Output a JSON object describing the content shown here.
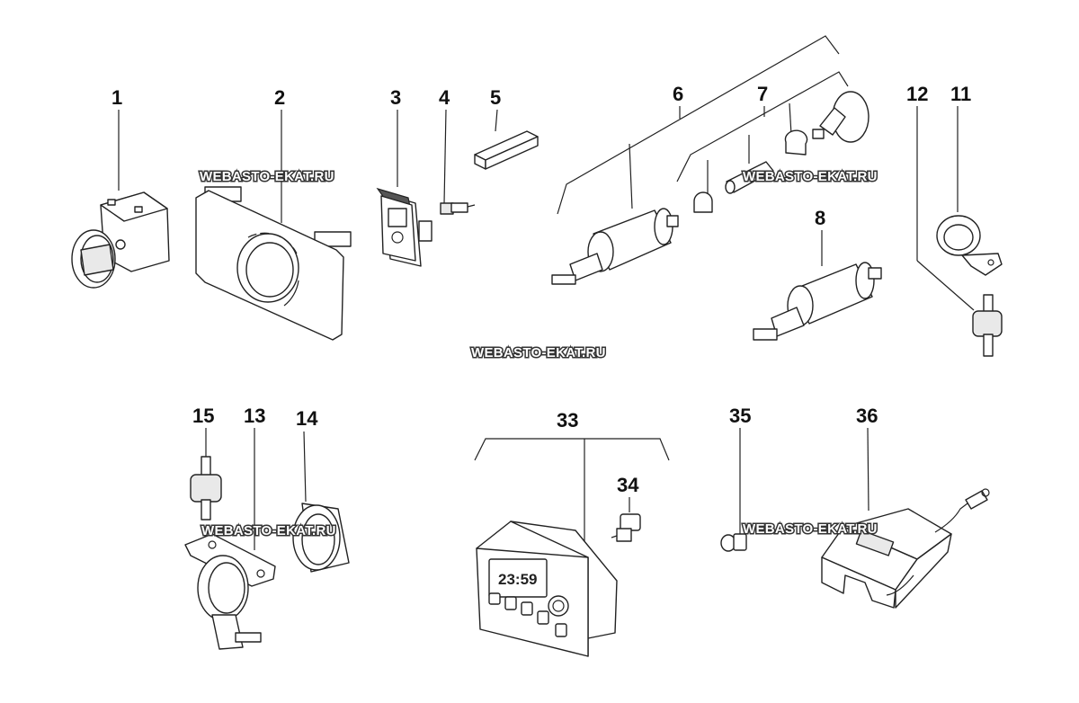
{
  "watermark": "WEBASTO-EKAT.RU",
  "clock_display": "23:59",
  "parts": [
    {
      "id": "p1",
      "label": "1"
    },
    {
      "id": "p2",
      "label": "2"
    },
    {
      "id": "p3",
      "label": "3"
    },
    {
      "id": "p4",
      "label": "4"
    },
    {
      "id": "p5",
      "label": "5"
    },
    {
      "id": "p6",
      "label": "6"
    },
    {
      "id": "p7",
      "label": "7"
    },
    {
      "id": "p8",
      "label": "8"
    },
    {
      "id": "p12",
      "label": "12"
    },
    {
      "id": "p11",
      "label": "11"
    },
    {
      "id": "p15",
      "label": "15"
    },
    {
      "id": "p13",
      "label": "13"
    },
    {
      "id": "p14",
      "label": "14"
    },
    {
      "id": "p33",
      "label": "33"
    },
    {
      "id": "p34",
      "label": "34"
    },
    {
      "id": "p35",
      "label": "35"
    },
    {
      "id": "p36",
      "label": "36"
    }
  ],
  "colors": {
    "ink": "#222222",
    "background": "#ffffff"
  }
}
